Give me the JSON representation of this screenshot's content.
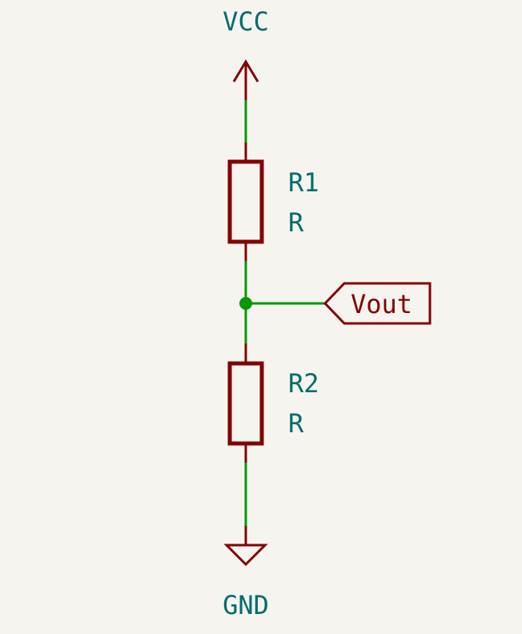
{
  "power": {
    "top": {
      "name": "VCC",
      "icon": "power-arrow-icon"
    },
    "bottom": {
      "name": "GND",
      "icon": "ground-triangle-icon"
    }
  },
  "components": {
    "r1": {
      "ref": "R1",
      "value": "R"
    },
    "r2": {
      "ref": "R2",
      "value": "R"
    }
  },
  "net_label": {
    "text": "Vout",
    "icon": "hierarchical-label-icon"
  },
  "colors": {
    "background": "#f5f4ef",
    "wire": "#009a00",
    "component": "#840000",
    "text": "#006c6c"
  }
}
